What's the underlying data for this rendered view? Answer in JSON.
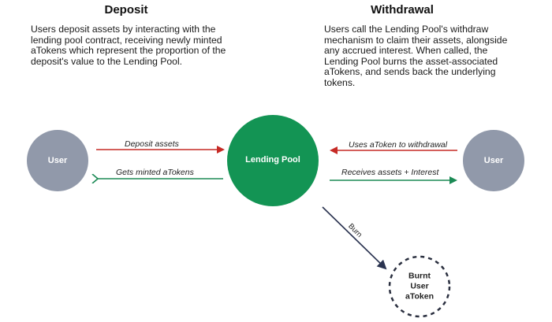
{
  "deposit": {
    "title": "Deposit",
    "description": "Users deposit assets by interacting with the lending pool contract, receiving newly minted aTokens which represent the proportion of the deposit's value to the Lending Pool."
  },
  "withdrawal": {
    "title": "Withdrawal",
    "description": "Users call the Lending Pool's withdraw mechanism to claim their assets, alongside any accrued interest. When called, the Lending Pool burns the asset-associated aTokens, and sends back the underlying tokens."
  },
  "nodes": {
    "user_left": "User",
    "lending_pool": "Lending Pool",
    "user_right": "User",
    "burnt": [
      "Burnt",
      "User",
      "aToken"
    ]
  },
  "edges": {
    "deposit_assets": "Deposit assets",
    "gets_minted": "Gets minted aTokens",
    "uses_atoken": "Uses aToken to withdrawal",
    "receives_assets": "Receives assets + Interest",
    "burn": "Burn"
  },
  "colors": {
    "user": "#9199aa",
    "pool": "#139454",
    "red_arrow": "#c62a25",
    "green_arrow": "#1b8a55",
    "burn_arrow": "#2a3350"
  }
}
